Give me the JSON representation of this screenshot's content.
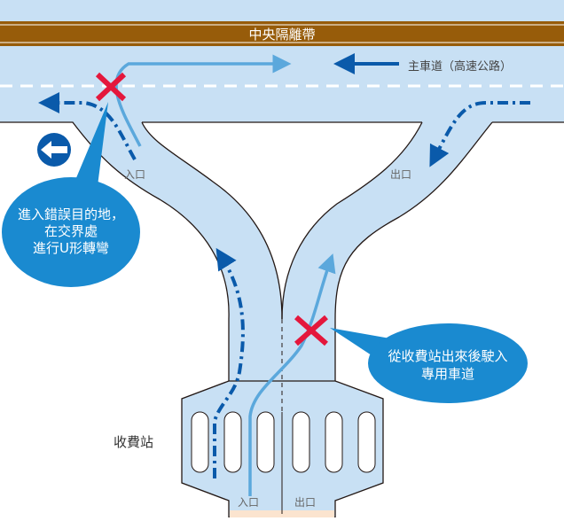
{
  "diagram": {
    "median_label": "中央隔離帶",
    "mainline_label": "主車道（高速公路）",
    "entrance_ramp_label": "入口",
    "exit_ramp_label": "出口",
    "tollgate_label": "收費站",
    "tollgate_entrance_label": "入口",
    "tollgate_exit_label": "出口",
    "callout_left": {
      "lines": [
        "進入錯誤目的地，",
        "在交界處",
        "進行U形轉彎"
      ]
    },
    "callout_right": {
      "lines": [
        "從收費站出來後駛入",
        "專用車道"
      ]
    },
    "icons": {
      "left_arrow_sign": "left-arrow-sign-icon",
      "wrong_way_marks": "x-mark-icon"
    },
    "colors": {
      "road": "#c8e0f4",
      "median": "#975c0a",
      "dark_arrow": "#0a5aaa",
      "light_arrow": "#5ba8dc",
      "callout": "#1a8ad0",
      "x_mark": "#e4173c",
      "edge": "#231815",
      "booth_strip": "#fbe4cf"
    }
  }
}
